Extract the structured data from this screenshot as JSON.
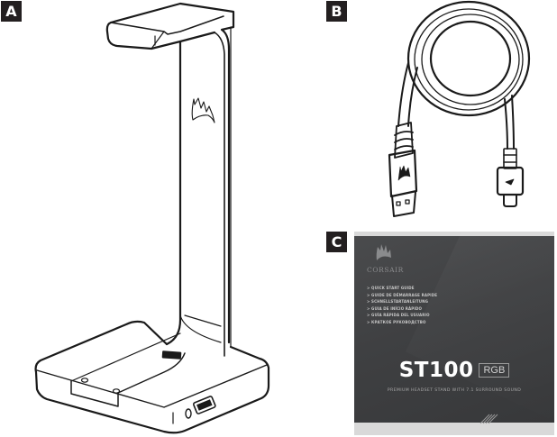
{
  "figure": {
    "items": [
      {
        "label": "A",
        "name": "Headset stand"
      },
      {
        "label": "B",
        "name": "USB cable"
      },
      {
        "label": "C",
        "name": "Quick start guide"
      }
    ]
  },
  "guide": {
    "brand": "CORSAIR",
    "languages": [
      "> QUICK START GUIDE",
      "> GUIDE DE DÉMARRAGE RAPIDE",
      "> SCHNELLSTARTANLEITUNG",
      "> GUIA DE INÍCIO RÁPIDO",
      "> GUÍA RÁPIDA DEL USUARIO",
      "> КРАТКОЕ РУКОВОДСТВО"
    ],
    "model": "ST100",
    "model_badge": "RGB",
    "subtitle": "PREMIUM HEADSET STAND WITH 7.1 SURROUND SOUND"
  },
  "colors": {
    "label_bg": "#231f20",
    "cover_dark": "#3f4042",
    "cover_light": "#d9d9d9",
    "line_art": "#1a1a1a"
  }
}
